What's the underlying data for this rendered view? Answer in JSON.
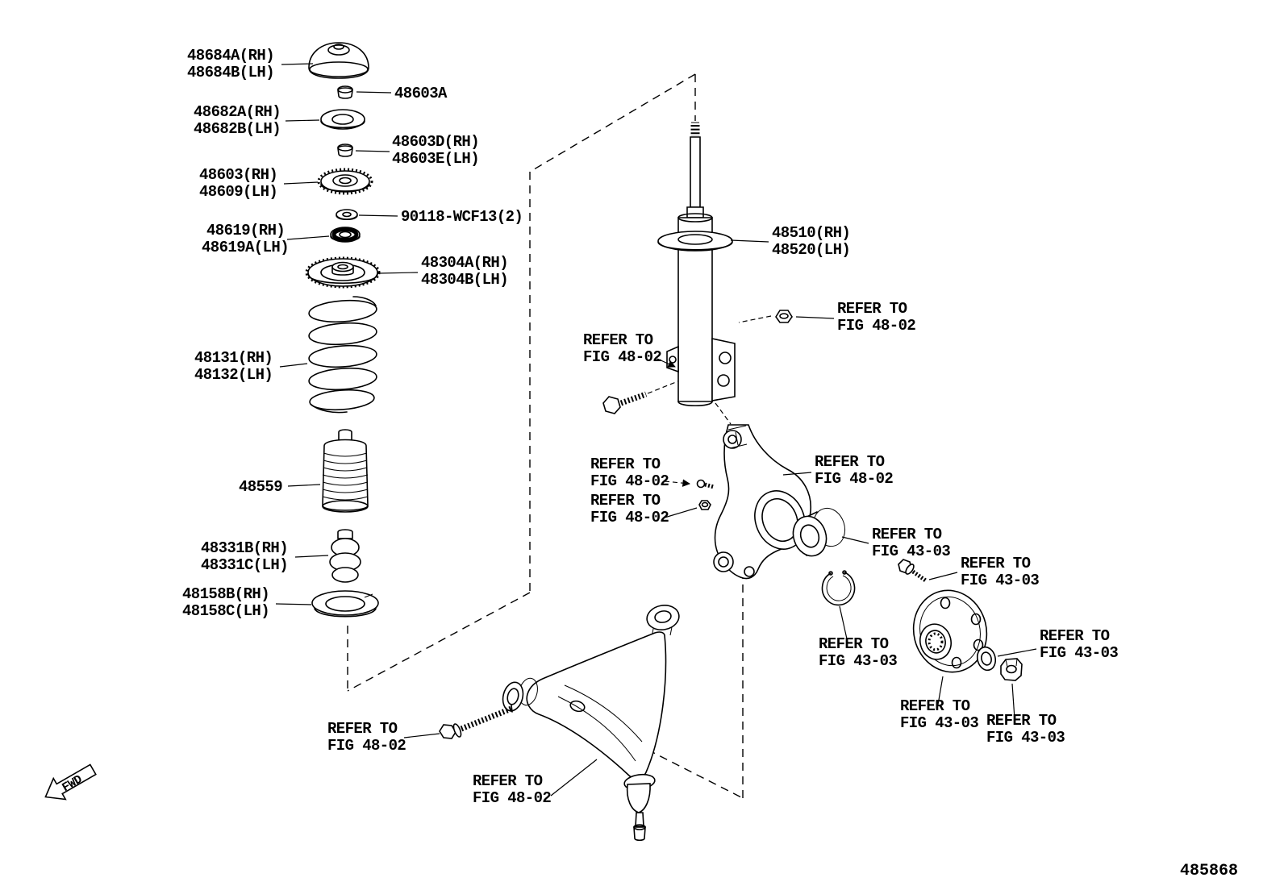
{
  "figure_number": "485868",
  "fwd_label": "FWD",
  "labels": {
    "p48684": {
      "line1": "48684A(RH)",
      "line2": "48684B(LH)"
    },
    "p48603a": {
      "line1": "48603A"
    },
    "p48682": {
      "line1": "48682A(RH)",
      "line2": "48682B(LH)"
    },
    "p48603de": {
      "line1": "48603D(RH)",
      "line2": "48603E(LH)"
    },
    "p48603": {
      "line1": "48603(RH)",
      "line2": "48609(LH)"
    },
    "p90118": {
      "line1": "90118-WCF13(2)"
    },
    "p48619": {
      "line1": "48619(RH)",
      "line2": "48619A(LH)"
    },
    "p48304": {
      "line1": "48304A(RH)",
      "line2": "48304B(LH)"
    },
    "p48131": {
      "line1": "48131(RH)",
      "line2": "48132(LH)"
    },
    "p48559": {
      "line1": "48559"
    },
    "p48331": {
      "line1": "48331B(RH)",
      "line2": "48331C(LH)"
    },
    "p48158": {
      "line1": "48158B(RH)",
      "line2": "48158C(LH)"
    },
    "p48510": {
      "line1": "48510(RH)",
      "line2": "48520(LH)"
    }
  },
  "refer": {
    "fig48_02": {
      "line1": "REFER TO",
      "line2": "FIG 48-02"
    },
    "fig43_03": {
      "line1": "REFER TO",
      "line2": "FIG 43-03"
    }
  }
}
